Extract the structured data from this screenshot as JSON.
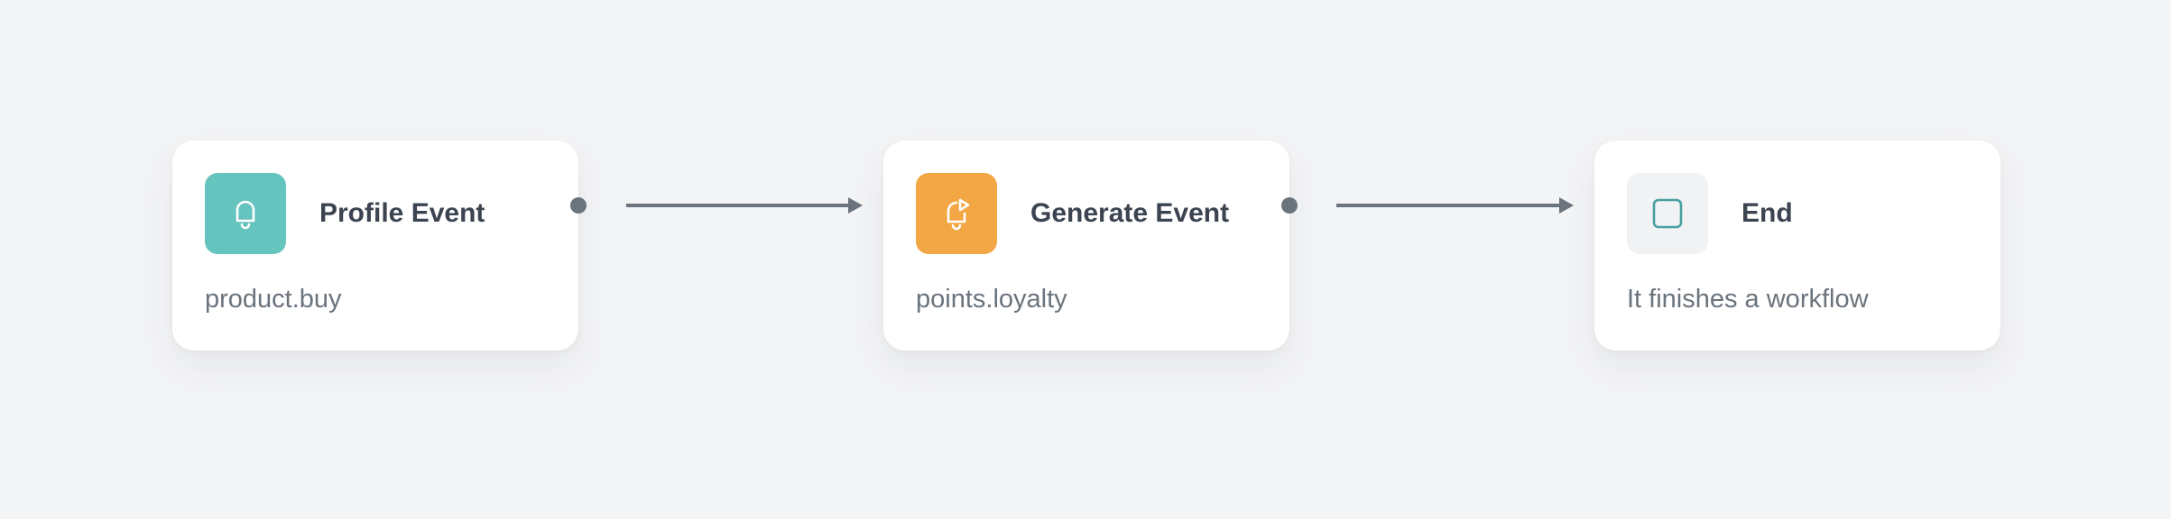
{
  "diagram": {
    "nodes": [
      {
        "title": "Profile Event",
        "subtitle": "product.buy",
        "icon": "bell-icon",
        "icon_color": "#66c4bf"
      },
      {
        "title": "Generate Event",
        "subtitle": "points.loyalty",
        "icon": "bell-play-icon",
        "icon_color": "#f2a744"
      },
      {
        "title": "End",
        "subtitle": "It finishes a workflow",
        "icon": "stop-square-icon",
        "icon_color": "#4a9fa0"
      }
    ],
    "edges": [
      {
        "from": "Profile Event",
        "to": "Generate Event"
      },
      {
        "from": "Generate Event",
        "to": "End"
      }
    ],
    "colors": {
      "background": "#f3f4f6",
      "node": "#ffffff",
      "connector": "#6b747d",
      "title_text": "#3b4450",
      "subtitle_text": "#6b737c"
    }
  }
}
